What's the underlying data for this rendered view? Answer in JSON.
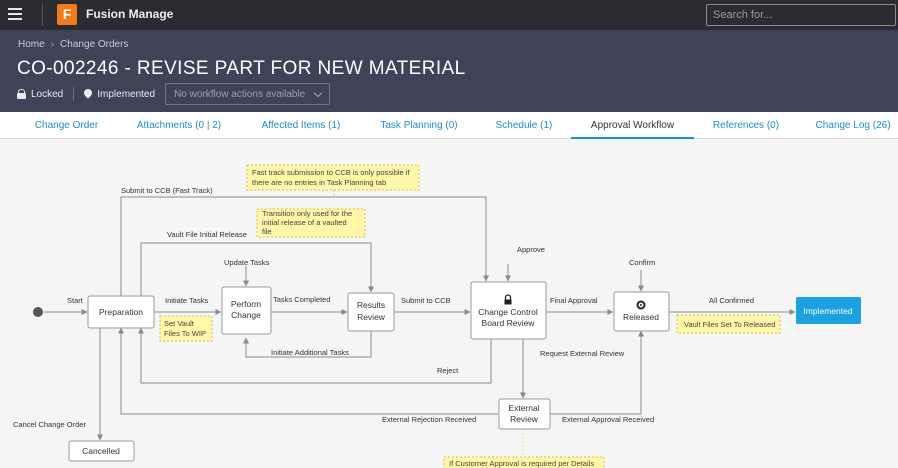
{
  "app": {
    "name": "Fusion Manage",
    "logo_letter": "F"
  },
  "search": {
    "placeholder": "Search for..."
  },
  "breadcrumb": {
    "home": "Home",
    "section": "Change Orders"
  },
  "record": {
    "title": "CO-002246 - REVISE PART FOR NEW MATERIAL",
    "lock_status": "Locked",
    "state": "Implemented",
    "workflow_actions": "No workflow actions available"
  },
  "tabs": [
    {
      "label": "Change Order"
    },
    {
      "label": "Attachments (0 | 2)"
    },
    {
      "label": "Affected Items (1)"
    },
    {
      "label": "Task Planning (0)"
    },
    {
      "label": "Schedule (1)"
    },
    {
      "label": "Approval Workflow"
    },
    {
      "label": "References (0)"
    },
    {
      "label": "Change Log (26)"
    }
  ],
  "workflow": {
    "nodes": {
      "preparation": "Preparation",
      "perform_change_1": "Perform",
      "perform_change_2": "Change",
      "results_review_1": "Results",
      "results_review_2": "Review",
      "ccb_review_1": "Change Control",
      "ccb_review_2": "Board Review",
      "released": "Released",
      "implemented": "Implemented",
      "external_review_1": "External",
      "external_review_2": "Review",
      "cancelled": "Cancelled"
    },
    "transitions": {
      "start": "Start",
      "initiate_tasks": "Initiate Tasks",
      "tasks_completed": "Tasks Completed",
      "submit_to_ccb": "Submit to CCB",
      "final_approval": "Final Approval",
      "all_confirmed": "All Confirmed",
      "update_tasks": "Update Tasks",
      "initiate_additional_tasks": "Initiate Additional Tasks",
      "approve": "Approve",
      "confirm": "Confirm",
      "submit_to_ccb_fast": "Submit to CCB (Fast Track)",
      "vault_file_initial_release": "Vault File Initial Release",
      "reject": "Reject",
      "request_external_review": "Request External Review",
      "external_rejection_received": "External Rejection Received",
      "external_approval_received": "External Approval Received",
      "cancel_change_order": "Cancel Change Order"
    },
    "notes": {
      "fast_track_1": "Fast track submission to CCB is only possible if",
      "fast_track_2": "there are no entries in Task Planning tab",
      "vault_1": "Transition only used for the",
      "vault_2": "initial release of a vaulted",
      "vault_3": "file",
      "wip_1": "Set Vault",
      "wip_2": "Files To WIP",
      "released_note": "Vault Files Set To Released",
      "customer_note": "If Customer Approval is required per Details"
    },
    "colors": {
      "implemented_fill": "#1ba1e2",
      "note_fill": "#fff6a8",
      "line": "#8a8a8a"
    }
  }
}
